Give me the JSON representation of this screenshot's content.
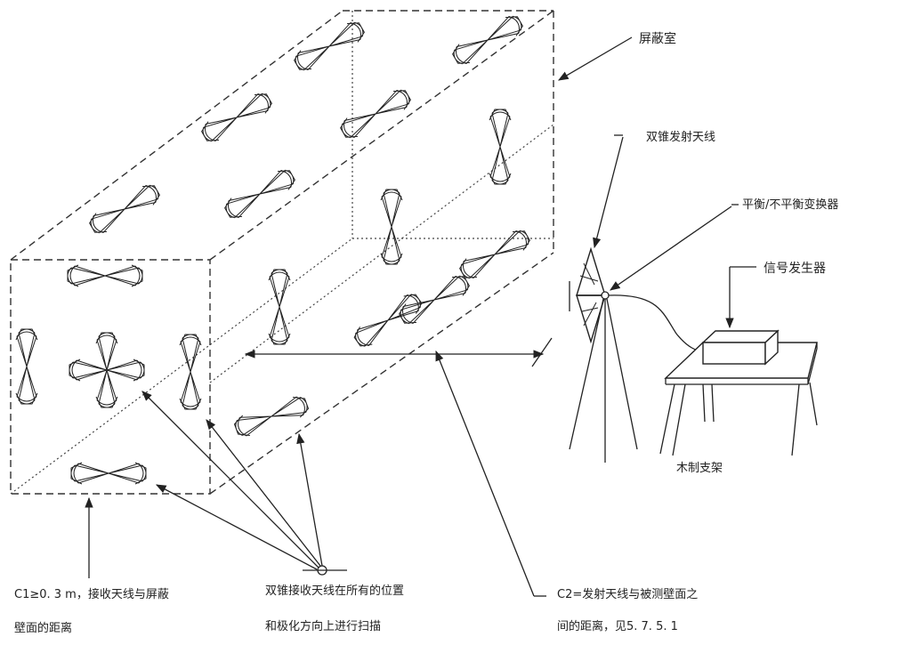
{
  "labels": {
    "shield_room": "屏蔽室",
    "tx_antenna": "双锥发射天线",
    "balun": "平衡/不平衡变换器",
    "signal_generator": "信号发生器",
    "wood_stand": "木制支架",
    "c1_line1": "C1≥0. 3 m，接收天线与屏蔽",
    "c1_line2": "壁面的距离",
    "rx_line1": "双锥接收天线在所有的位置",
    "rx_line2": "和极化方向上进行扫描",
    "c2_line1": "C2=发射天线与被测壁面之",
    "c2_line2": "间的距离，见5. 7. 5. 1"
  },
  "antennas": [
    {
      "name": "rx-antenna-front-top",
      "orient": "h"
    },
    {
      "name": "rx-antenna-front-left",
      "orient": "v"
    },
    {
      "name": "rx-antenna-front-center",
      "orient": "x"
    },
    {
      "name": "rx-antenna-front-right",
      "orient": "v"
    },
    {
      "name": "rx-antenna-front-bottom",
      "orient": "h"
    },
    {
      "name": "rx-antenna-wall-1",
      "orient": "d"
    },
    {
      "name": "rx-antenna-wall-2",
      "orient": "d"
    },
    {
      "name": "rx-antenna-wall-3",
      "orient": "d"
    },
    {
      "name": "rx-antenna-wall-4",
      "orient": "d"
    },
    {
      "name": "rx-antenna-wall-5",
      "orient": "d"
    },
    {
      "name": "rx-antenna-wall-6",
      "orient": "d"
    },
    {
      "name": "rx-antenna-wall-7",
      "orient": "d"
    },
    {
      "name": "rx-antenna-wall-8",
      "orient": "d"
    },
    {
      "name": "rx-antenna-wall-9",
      "orient": "v"
    },
    {
      "name": "rx-antenna-wall-10",
      "orient": "v"
    },
    {
      "name": "rx-antenna-wall-11",
      "orient": "v"
    },
    {
      "name": "rx-antenna-wall-12",
      "orient": "d"
    },
    {
      "name": "rx-antenna-wall-13",
      "orient": "d"
    }
  ]
}
